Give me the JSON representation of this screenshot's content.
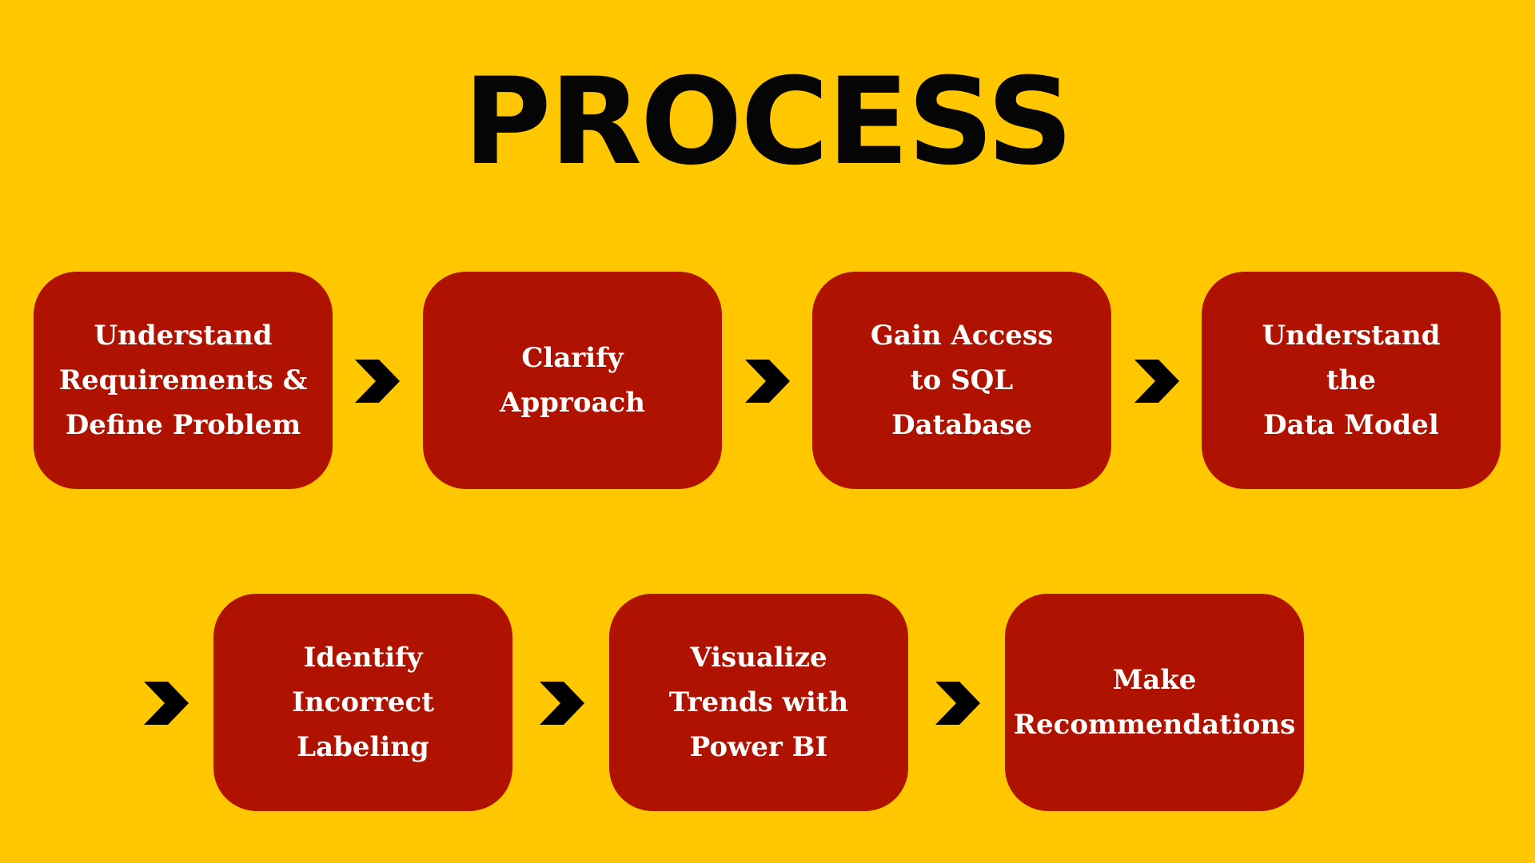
{
  "title": "PROCESS",
  "colors": {
    "background": "#FFC700",
    "box": "#B01200",
    "box_text": "#FFFFFF",
    "title_text": "#050505",
    "arrow": "#000000"
  },
  "steps": [
    {
      "label": "Understand\nRequirements &\nDefine Problem"
    },
    {
      "label": "Clarify\nApproach"
    },
    {
      "label": "Gain Access\nto SQL\nDatabase"
    },
    {
      "label": "Understand\nthe\nData Model"
    },
    {
      "label": "Identify\nIncorrect\nLabeling"
    },
    {
      "label": "Visualize\nTrends with\nPower BI"
    },
    {
      "label": "Make\nRecommendations"
    }
  ],
  "connector_icon": "chevron-right-icon"
}
